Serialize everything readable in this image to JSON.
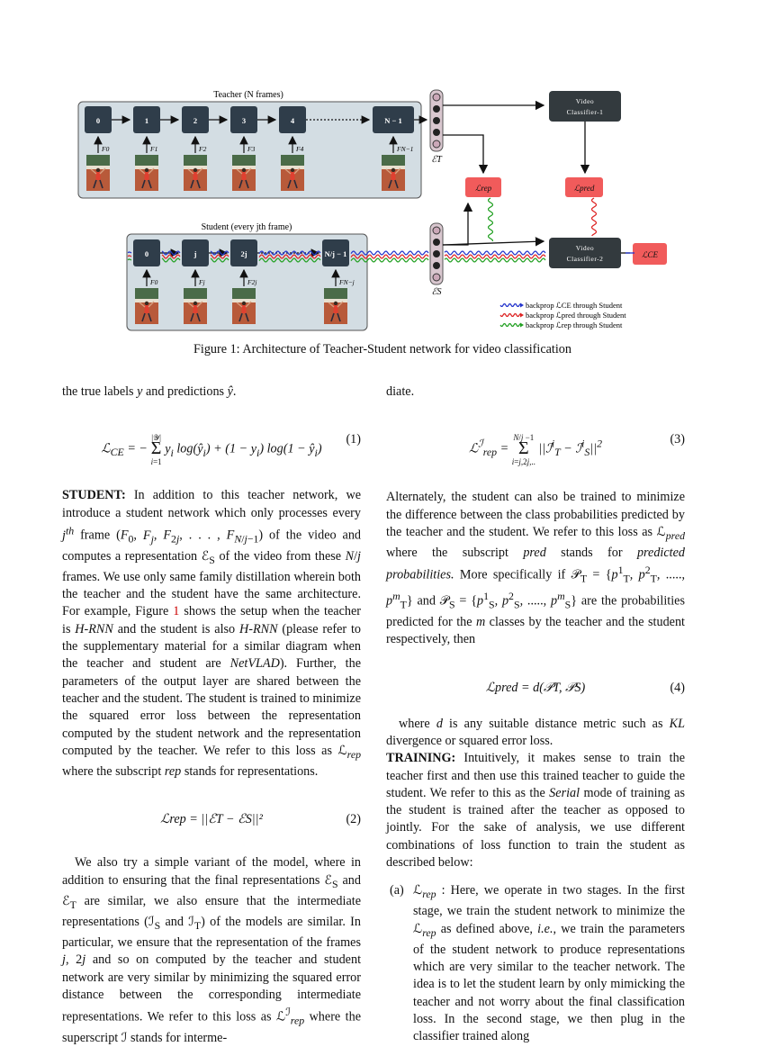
{
  "figure": {
    "teacher_title": "Teacher (N frames)",
    "student_title": "Student (every jth frame)",
    "teacher_nodes": [
      "0",
      "1",
      "2",
      "3",
      "4",
      "N − 1"
    ],
    "teacher_frames": [
      "F0",
      "F1",
      "F2",
      "F3",
      "F4",
      "FN−1"
    ],
    "student_nodes": [
      "0",
      "j",
      "2j",
      "N/j − 1"
    ],
    "student_frames": [
      "F0",
      "Fj",
      "F2j",
      "FN−j"
    ],
    "e_t": "ℰT",
    "e_s": "ℰS",
    "classifier1": [
      "Video",
      "Classifier-1"
    ],
    "classifier2": [
      "Video",
      "Classifier-2"
    ],
    "loss_rep": "ℒrep",
    "loss_pred": "ℒpred",
    "loss_ce": "ℒCE",
    "legend": [
      {
        "text": "backprop ℒCE through Student",
        "color": "#2233cc"
      },
      {
        "text": "backprop ℒpred through Student",
        "color": "#dd2222"
      },
      {
        "text": "backprop ℒrep through Student",
        "color": "#22a022"
      }
    ]
  },
  "caption": "Figure 1:  Architecture of Teacher-Student network for video classification",
  "left": {
    "p0": "the true labels y and predictions ŷ.",
    "eq1": "ℒCE = − Σi=1|𝒴| yi log(ŷi) + (1 − yi) log(1 − ŷi)",
    "eq1_num": "(1)",
    "p1_head": "STUDENT:",
    "p1": " In addition to this teacher network, we introduce a student network which only processes every jth frame (F0, Fj, F2j, . . . , FN/j−1) of the video and computes a representation ℰS of the video from these N/j frames. We use only same family distillation wherein both the teacher and the student have the same architecture. For example, Figure 1 shows the setup when the teacher is H-RNN and the student is also H-RNN (please refer to the supplementary material for a similar diagram when the teacher and student are NetVLAD). Further, the parameters of the output layer are shared between the teacher and the student. The student is trained to minimize the squared error loss between the representation computed by the student network and the representation computed by the teacher. We refer to this loss as ℒrep where the subscript rep stands for representations.",
    "eq2": "ℒrep = ||ℰT − ℰS||²",
    "eq2_num": "(2)",
    "p2": "We also try a simple variant of the model, where in addition to ensuring that the final representations ℰS and ℰT are similar, we also ensure that the intermediate representations (ℐS and ℐT) of the models are similar. In particular, we ensure that the representation of the frames j, 2j and so on computed by the teacher and student network are very similar by minimizing the squared error distance between the corresponding intermediate representations. We refer to this loss as ℒℐrep where the superscript ℐ stands for interme-"
  },
  "right": {
    "p0": "diate.",
    "eq3": "ℒℐrep = Σi=j,2j,..N/j−1 ||ℐiT − ℐiS||²",
    "eq3_num": "(3)",
    "p1": "Alternately, the student can also be trained to minimize the difference between the class probabilities predicted by the teacher and the student. We refer to this loss as ℒpred where the subscript pred stands for predicted probabilities. More specifically if 𝒫T = {p1T, p2T, ....., pmT} and 𝒫S = {p1S, p2S, ....., pmS} are the probabilities predicted for the m classes by the teacher and the student respectively, then",
    "eq4": "ℒpred = d(𝒫T, 𝒫S)",
    "eq4_num": "(4)",
    "p2": "where d is any suitable distance metric such as KL divergence or squared error loss.",
    "p3_head": "TRAINING:",
    "p3": " Intuitively, it makes sense to train the teacher first and then use this trained teacher to guide the student. We refer to this as the Serial mode of training as the student is trained after the teacher as opposed to jointly. For the sake of analysis, we use different combinations of loss function to train the student as described below:",
    "item_a_label": "(a)",
    "item_a": "ℒrep : Here, we operate in two stages. In the first stage, we train the student network to minimize the ℒrep as defined above, i.e., we train the parameters of the student network to produce representations which are very similar to the teacher network. The idea is to let the student learn by only mimicking the teacher and not worry about the final classification loss. In the second stage, we then plug in the classifier trained along"
  }
}
